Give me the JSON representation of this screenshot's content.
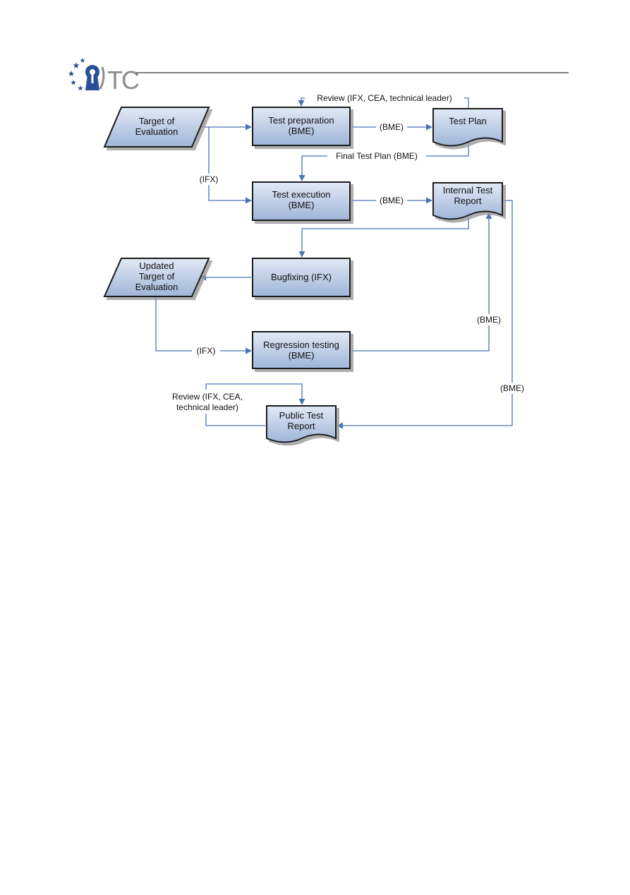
{
  "header": {
    "logo_text": "TC"
  },
  "colors": {
    "connector": "#4a74b8",
    "shape_fill_top": "#e1e9f5",
    "shape_fill_bottom": "#9fb5d8",
    "shape_stroke": "#1a1a1a",
    "logo_blue": "#2a4f9a",
    "logo_gray": "#8c8c8c"
  },
  "nodes": {
    "target_of_evaluation": [
      "Target of",
      "Evaluation"
    ],
    "test_preparation": [
      "Test preparation",
      "(BME)"
    ],
    "test_plan": [
      "Test Plan"
    ],
    "test_execution": [
      "Test execution",
      "(BME)"
    ],
    "internal_test_report": [
      "Internal Test",
      "Report"
    ],
    "bugfixing": [
      "Bugfixing (IFX)"
    ],
    "updated_target_of_evaluation": [
      "Updated",
      "Target of",
      "Evaluation"
    ],
    "regression_testing": [
      "Regression testing",
      "(BME)"
    ],
    "public_test_report": [
      "Public Test",
      "Report"
    ]
  },
  "edge_labels": {
    "review_plan": "Review (IFX, CEA, technical leader)",
    "prep_to_plan": "(BME)",
    "final_test_plan": "Final Test Plan (BME)",
    "toe_to_execution": "(IFX)",
    "exec_to_report": "(BME)",
    "updated_to_regression": "(IFX)",
    "regression_to_report": "(BME)",
    "report_to_public": "(BME)",
    "review_public": [
      "Review (IFX, CEA,",
      "technical leader)"
    ]
  }
}
